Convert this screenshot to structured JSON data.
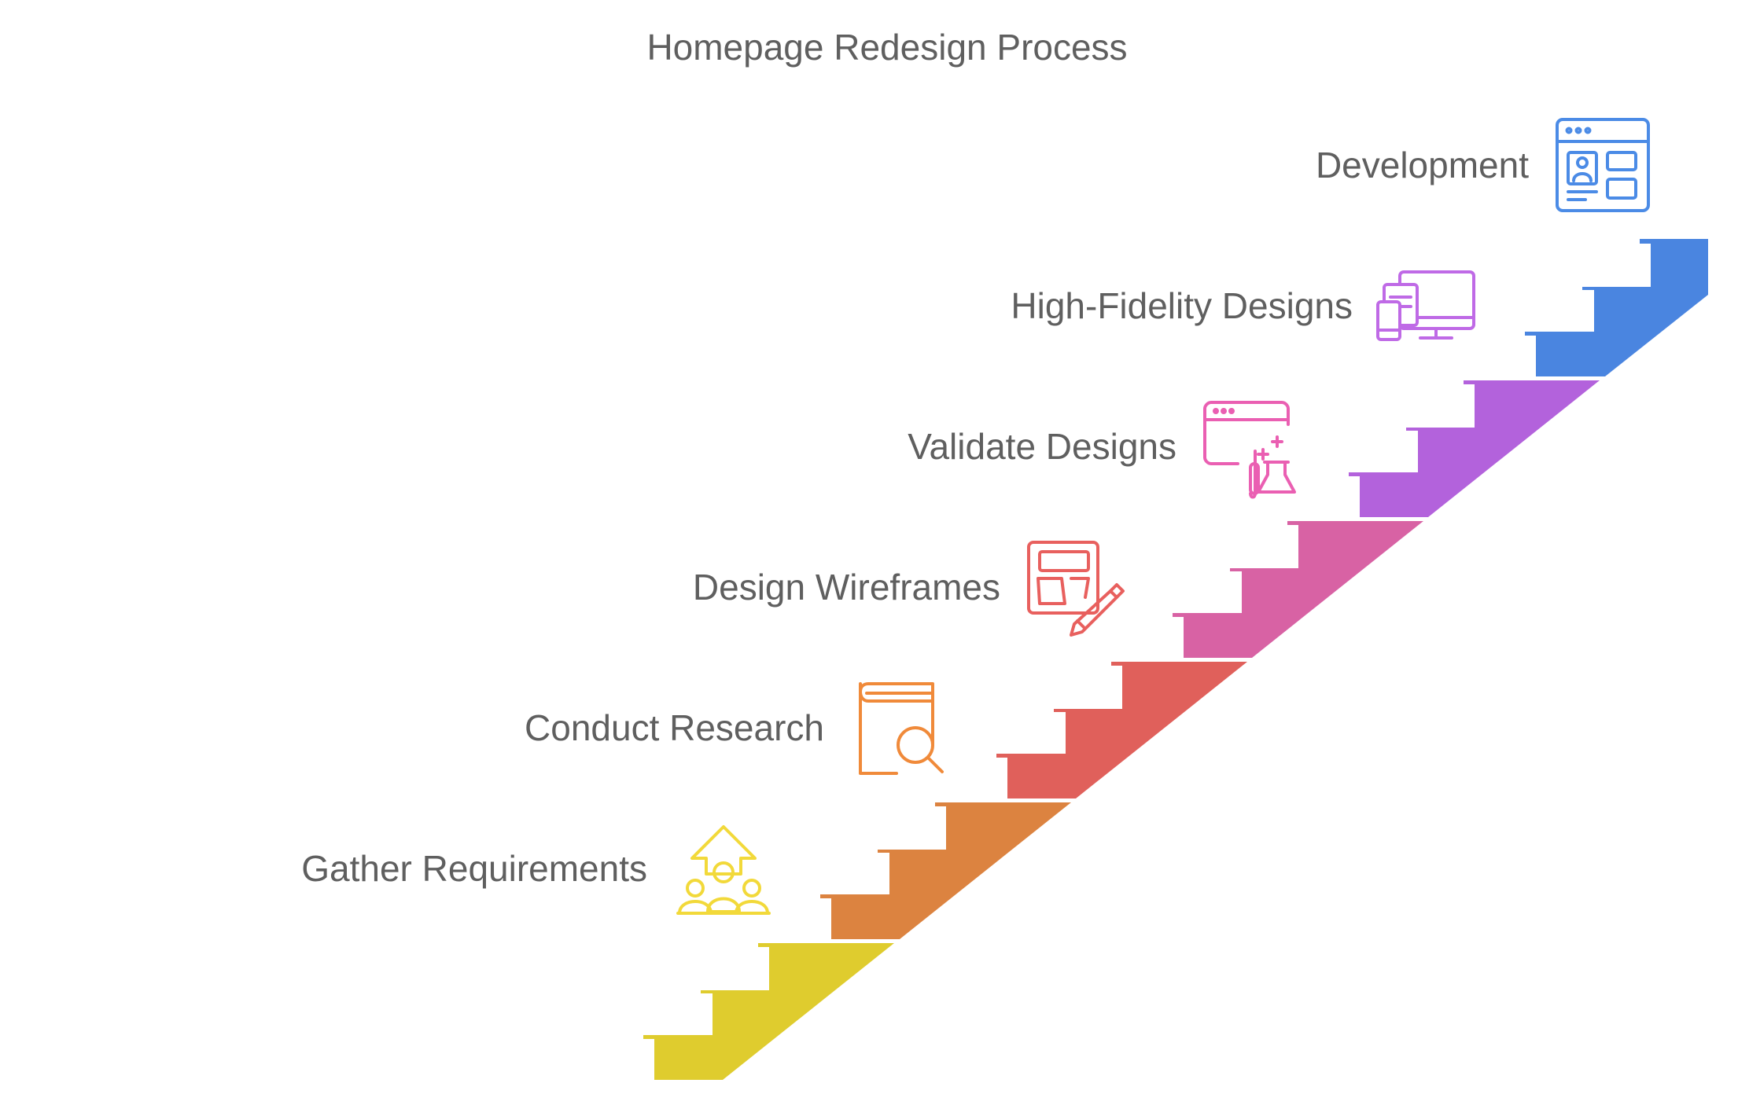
{
  "title": "Homepage Redesign Process",
  "steps": [
    {
      "label": "Gather Requirements",
      "color": "#dfcc2e",
      "icon_color": "#f2d93a",
      "icon": "user-group-arrow-icon"
    },
    {
      "label": "Conduct Research",
      "color": "#dc8340",
      "icon_color": "#f08a3a",
      "icon": "book-search-icon"
    },
    {
      "label": "Design Wireframes",
      "color": "#e0605b",
      "icon_color": "#e8605e",
      "icon": "wireframe-pencil-icon"
    },
    {
      "label": "Validate Designs",
      "color": "#d862a4",
      "icon_color": "#ea5fb2",
      "icon": "browser-flask-icon"
    },
    {
      "label": "High-Fidelity Designs",
      "color": "#b362dc",
      "icon_color": "#bf6ae6",
      "icon": "devices-icon"
    },
    {
      "label": "Development",
      "color": "#4a85e0",
      "icon_color": "#4b8be6",
      "icon": "browser-layout-icon"
    }
  ]
}
